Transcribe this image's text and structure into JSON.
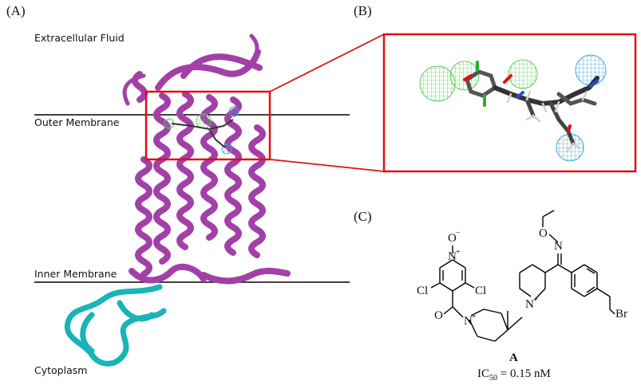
{
  "panels": {
    "a": "(A)",
    "b": "(B)",
    "c": "(C)"
  },
  "regions": {
    "extracellular": "Extracellular Fluid",
    "outer": "Outer Membrane",
    "inner": "Inner Membrane",
    "cytoplasm": "Cytoplasm"
  },
  "structure": {
    "atoms": {
      "o_minus": "O",
      "n_plus_top": "N",
      "cl_left": "Cl",
      "cl_right": "Cl",
      "o_left": "O",
      "n_plus_mid": "N",
      "n_plus_right": "N",
      "o_ether": "O",
      "n_oxime": "N",
      "br": "Br"
    },
    "superscripts": {
      "minus": "−",
      "plus1": "+",
      "plus2": "+",
      "plus3": "+"
    }
  },
  "compound": {
    "name": "A",
    "ic_prefix": "IC",
    "ic_sub": "50",
    "ic_value": " = 0.15 nM"
  },
  "colors": {
    "helix": "#a340a8",
    "cyan": "#19b3b8",
    "red_box": "#e01010",
    "green_mesh": "#5bd15b",
    "blue_mesh": "#39a7e0"
  }
}
